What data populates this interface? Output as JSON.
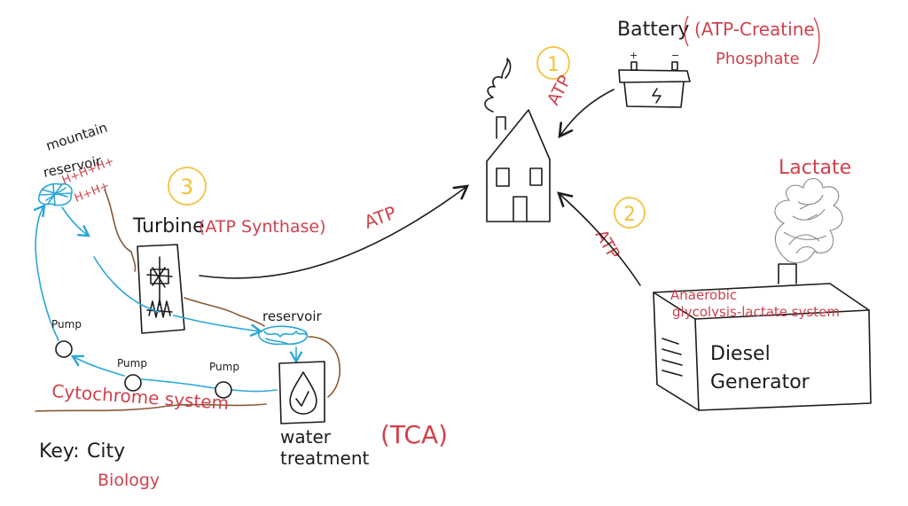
{
  "colors": {
    "ink": "#1c1c1c",
    "analogy_red": "#d0414c",
    "water_blue": "#2aa6d8",
    "terrain_brown": "#8a5a35",
    "number_gold": "#f2c23c"
  },
  "battery": {
    "label": "Battery",
    "biology": "(ATP-Creatine",
    "biology_line2": "Phosphate",
    "plus": "+",
    "minus": "−",
    "number": "1",
    "arrow_label": "ATP"
  },
  "generator": {
    "label_line1": "Diesel",
    "label_line2": "Generator",
    "biology_line1": "Anaerobic",
    "biology_line2": "glycolysis-lactate system",
    "exhaust_label": "Lactate",
    "number": "2",
    "arrow_label": "ATP"
  },
  "turbine": {
    "label": "Turbine",
    "biology": "(ATP Synthase)",
    "number": "3",
    "arrow_label": "ATP"
  },
  "mountain_reservoir": {
    "label_line1": "mountain",
    "label_line2": "reservoir",
    "protons_line1": "H+H+H+",
    "protons_line2": "H+H+"
  },
  "lower_reservoir": {
    "label": "reservoir"
  },
  "water_treatment": {
    "label_line1": "water",
    "label_line2": "treatment",
    "biology": "(TCA)"
  },
  "pumps": [
    {
      "label": "Pump"
    },
    {
      "label": "Pump"
    },
    {
      "label": "Pump"
    }
  ],
  "pump_system_label": "Cytochrome system",
  "key": {
    "title": "Key:",
    "city_label": "City",
    "biology_label": "Biology"
  }
}
